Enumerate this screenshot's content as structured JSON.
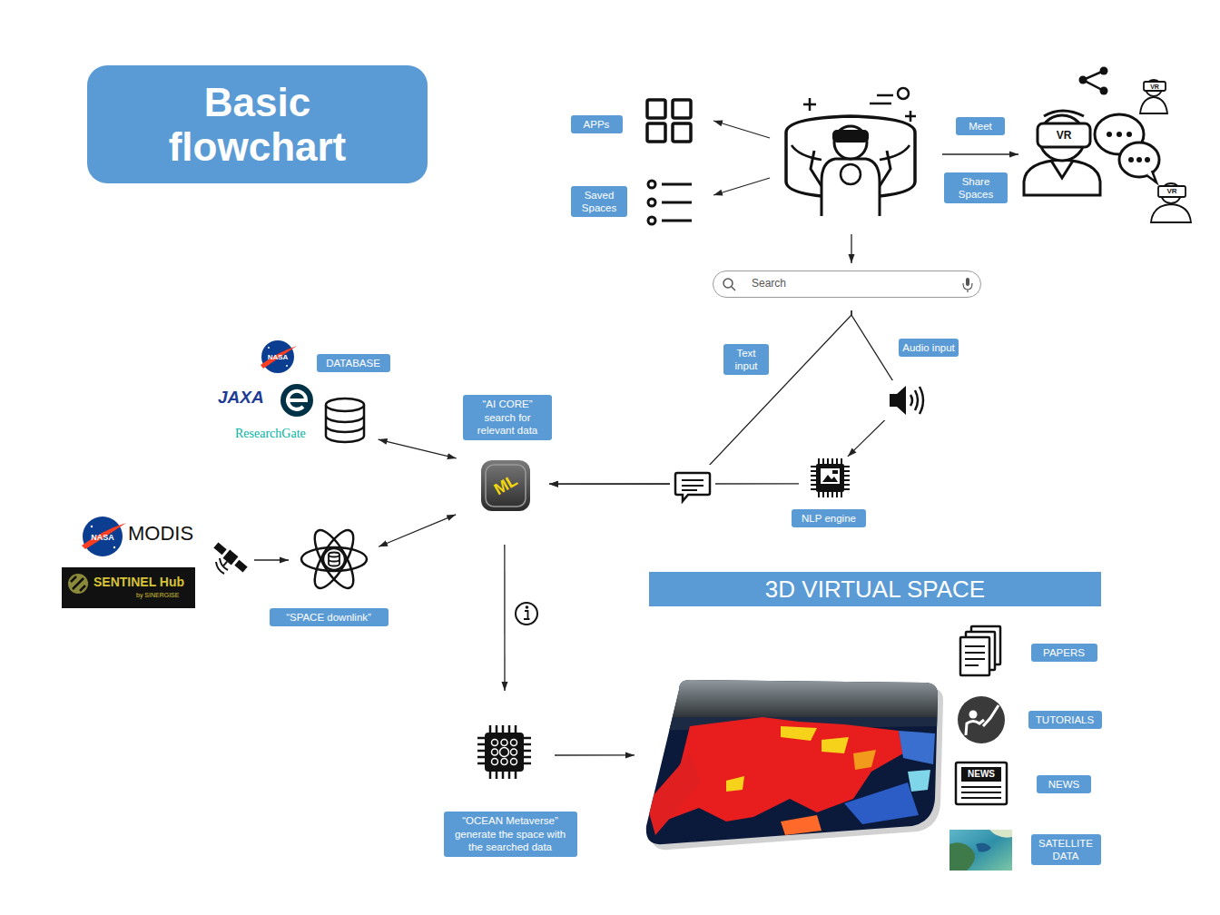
{
  "diagram": {
    "title": "Basic flowchart",
    "nodes": [
      {
        "text": [
          "APPs"
        ]
      },
      {
        "text": [
          "Saved Spaces"
        ]
      },
      {
        "text": [
          "Meet",
          "Share Spaces"
        ]
      },
      {
        "text": [
          "Search"
        ]
      },
      {
        "text": [
          "DATABASE"
        ]
      },
      {
        "text": [
          "“AI CORE” search for relevant data"
        ]
      },
      {
        "text": [
          "NLP engine"
        ]
      },
      {
        "text": [
          "“SPACE downlink”"
        ]
      },
      {
        "text": [
          "3D VIRTUAL SPACE"
        ]
      },
      {
        "text": [
          "PAPERS"
        ],
        "in": 8
      },
      {
        "text": [
          "TUTORIALS"
        ],
        "in": 8
      },
      {
        "text": [
          "NEWS"
        ],
        "in": 8
      },
      {
        "text": [
          "SATELLITE DATA"
        ],
        "in": 8
      },
      {
        "text": [
          "“OCEAN Metaverse” generate the space with the searched data"
        ]
      }
    ],
    "edges": [
      {
        "from": 3,
        "to": 6,
        "label": "Audio input",
        "arrow": "to"
      },
      {
        "from": 3,
        "to": 5,
        "label": "Text input",
        "arrow": "to"
      },
      {
        "from": 6,
        "to": 5,
        "arrow": "to"
      },
      {
        "from": 5,
        "to": 4,
        "arrow": "both"
      },
      {
        "from": 5,
        "to": 7,
        "arrow": "both"
      },
      {
        "from": 5,
        "to": 13,
        "arrow": "to"
      },
      {
        "from": 13,
        "to": 8,
        "arrow": "to"
      }
    ],
    "labels": [
      "VR",
      "VR",
      "VR",
      "NASA",
      "JAXA",
      "ResearchGate",
      "NASA",
      "MODIS",
      "SENTINEL Hub",
      "by SINERGISE",
      "ML",
      "NEWS"
    ]
  }
}
